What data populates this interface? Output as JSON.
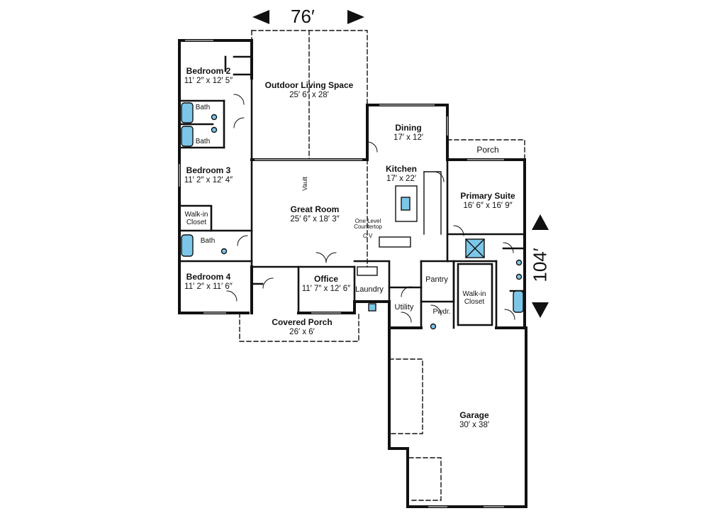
{
  "dimensions": {
    "width": "76′",
    "depth": "104′"
  },
  "rooms": {
    "bedroom2": {
      "name": "Bedroom 2",
      "size": "11′ 2″ x 12′ 5″"
    },
    "bath_a": {
      "name": "Bath"
    },
    "bath_b": {
      "name": "Bath"
    },
    "bedroom3": {
      "name": "Bedroom 3",
      "size": "11′ 2″ x 12′ 4″"
    },
    "walkin_a": {
      "name": "Walk-in Closet"
    },
    "bath_c": {
      "name": "Bath"
    },
    "bedroom4": {
      "name": "Bedroom 4",
      "size": "11′ 2″ x 11′ 6″"
    },
    "outdoor": {
      "name": "Outdoor Living Space",
      "size": "25′ 6″ x 28′"
    },
    "dining": {
      "name": "Dining",
      "size": "17′ x 12′"
    },
    "porch": {
      "name": "Porch"
    },
    "kitchen": {
      "name": "Kitchen",
      "size": "17′ x 22′"
    },
    "primary": {
      "name": "Primary Suite",
      "size": "16′ 6″ x 16′ 9″"
    },
    "great": {
      "name": "Great Room",
      "size": "25′ 6″ x 18′ 3″"
    },
    "office": {
      "name": "Office",
      "size": "11′ 7″ x 12′ 6″"
    },
    "laundry": {
      "name": "Laundry"
    },
    "pantry": {
      "name": "Pantry"
    },
    "walkin_b": {
      "name": "Walk-in Closet"
    },
    "utility": {
      "name": "Utility"
    },
    "powder": {
      "name": "Pwdr."
    },
    "covered_porch": {
      "name": "Covered Porch",
      "size": "26′ x 6′"
    },
    "garage": {
      "name": "Garage",
      "size": "30′ x 38′"
    }
  },
  "notes": {
    "vault": "Vault",
    "countertop": "One Level Countertop",
    "cv": "C V"
  }
}
